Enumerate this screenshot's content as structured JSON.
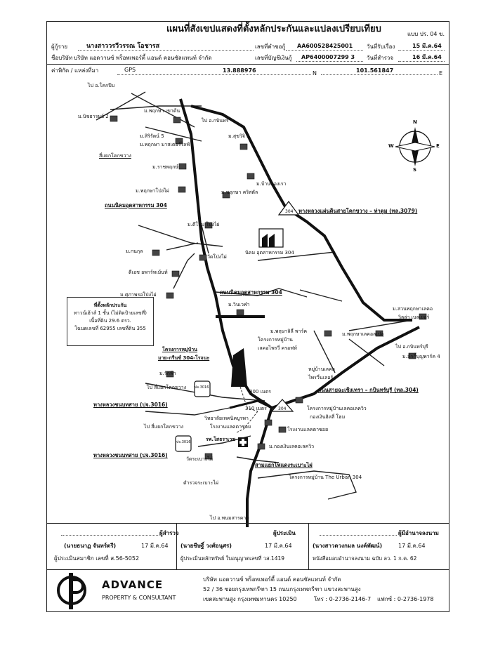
{
  "header": {
    "title": "แผนที่สังเขปแสดงที่ตั้งหลักประกันและแปลงเปรียบเทียบ",
    "form_no": "แบบ ปร. 04 ข.",
    "customer_label": "ผู้กู้ราย",
    "customer_name": "นางสาววรวีวรรณ โอชารส",
    "request_no_label": "เลขที่คำขอกู้",
    "request_no": "AA600528425001",
    "received_date_label": "วันที่รับเรื่อง",
    "received_date": "15 มี.ค.64",
    "company_label": "ชื่อบริษัท",
    "company": "บริษัท แอดวานซ์ พร็อพเพอร์ตี้ แอนด์ คอนซัลแทนท์ จำกัด",
    "account_no_label": "เลขที่บัญชีเงินกู้",
    "account_no": "AP6400007299 3",
    "survey_date_label": "วันที่สำรวจ",
    "survey_date": "16 มี.ค.64",
    "coord_label": "ค่าพิกัด / แหล่งที่มา",
    "coord_source": "GPS",
    "lat": "13.888976",
    "lat_dir": "N",
    "lon": "101.561847",
    "lon_dir": "E"
  },
  "map": {
    "labels": {
      "to_kokpip": "ไป อ.โคกปีบ",
      "nitchathorn": "ม.นิชธารมย์ 2",
      "pruksa_khaosan": "ม.พฤกษา เขาต้น",
      "to_kabin": "ไป อ.กบินทร์",
      "siriphat": "ม.สิริรัตน์ 5",
      "pruksa_master": "ม.พฤกษา มาสเตอร์ไลฟ์",
      "sukchai": "ม.สุขวิจิ 5",
      "junction_khokkwang": "สี่แยกโคกขวาง",
      "rajphruek": "ม.ราชพฤกษ์",
      "banthongrao": "ม.บ้านของเรา",
      "pruksa_khopong": "ม.พฤกษาโป่งไผ่",
      "pruksa_cristal": "ม.พฤกษา คริสตัล",
      "road_industrial_304": "ถนนนิคมอุตสาหกรรม 304",
      "hw_3079": "ทางหลวงแผ่นดินสายโคกขวาง – ท่าตูม (ทล.3079)",
      "ms_pong": "ม.ดีโฮม โป่งไผ่",
      "industrial_estate": "นิคม อุตสาหกรรม 304",
      "mkungkul": "ม.กนกุล",
      "wat_pong": "วัดโป่งไผ่",
      "lh_apartment": "ดีเอช อพาร์ทเม้นท์",
      "supapong": "ม.ศุภาพรอโป่งไผ่",
      "road_industrial_304b": "ถนนนิคมอุตสาหกรรม 304",
      "m_winwa": "ม.วินเวฬา",
      "suanphruksa": "ม.สวนพฤกษาเลคอ",
      "villa_lake": "วิลล่า เบลเยอร์",
      "m_pruksa_park": "ม.พฤษาลิลี่ พาร์ค",
      "m_pruksa_lake": "ม.พฤกษาเลคอลเปลุ",
      "to_kabinburi": "ไป อ.กบินทร์บุรี",
      "m_lucky": "ม.ลักกี้บุญพาร์ค 4",
      "proj_hmu": "โครงการหมู่บ้าน",
      "proj_lake_villa": "เลคอไพรวี่ ครอฟท์",
      "box_line1": "ที่ตั้งหลักประกัน",
      "box_line2": "ทาวน์เฮ้าส์ 1 ชั้น (ไม่ติดป้ายเลขที่)",
      "box_line3": "เนื้อที่ดิน 29.6 ตรว.",
      "box_line4": "โฉนดเลขที่ 62955 เลขที่ดิน 355",
      "proj_highlight_1": "โครงการหมู่บ้าน",
      "proj_highlight_2": "มาย-กรีนซ์ 304-โรจนะ",
      "village_lake": "หมู่บ้านเลคอ",
      "village_lake2": "ไพรวี่นเลอร์",
      "m_rakfa": "ม.รักฟ้า",
      "to_khokkwang_1": "ไป สี่แยกโคกขวาง",
      "road_chachoengsao": "ถนนสายฉะเชิงเทรา – กบินทร์บุรี (ทล.304)",
      "dist_300": "300 เมตร",
      "dist_310": "310 เมตร",
      "hw_3016": "ทางหลวงชนบทสาย (ปจ.3016)",
      "proj_lake_villa2": "โครงการหมู่บ้านเลคอเลควิว",
      "proj_green_home": "กองเงินฮิลลี่ โฮม",
      "college": "วิทยาลัยเทคนิคบูรพา",
      "factory_1": "โรงงานแลคตาซอย",
      "factory_2": "โรงงานแลคตาซอย",
      "to_khokkwang_2": "ไป สี่แยกโคกขวาง",
      "hospital": "รพ.โสธราเวช",
      "m_kongngoen": "ม.กองเงินเลคอเลควิว",
      "wat_rabaeng": "วัดระเบาะไผ่",
      "hw_3016b": "ทางหลวงชนบทสาย (ปจ.3016)",
      "junction_rabaeng": "สามแยกไฟแดงระเบาะไผ่",
      "proj_urban": "โครงการหมู่บ้าน The Urban 304",
      "police": "ตำรวจระเบาะไผ่",
      "to_banpong": "ไป อ.พนมสารคาม",
      "shield_304": "304",
      "shield_304b": "304",
      "shield_3016": "ปจ.3016",
      "shield_3016b": "ปจ.3016",
      "compass_n": "N",
      "compass_s": "S",
      "compass_e": "E",
      "compass_w": "W"
    }
  },
  "signatures": {
    "surveyor_role": "ผู้สำรวจ",
    "surveyor_name": "(นายธนาฏ จันทร์ตรี)",
    "surveyor_date": "17 มี.ค.64",
    "surveyor_assoc": "ผู้ประเมินสมาชิก เลขที่ ส.56-5052",
    "evaluator_name": "(นายชีษฐิ์ วงศ์อนุศร)",
    "evaluator_date": "17 มี.ค.64",
    "evaluator_role": "ผู้ประเมินหลักทรัพย์ ใบอนุญาตเลขที่ วส.1419",
    "evaluator_role_top": "ผู้ประเมิน",
    "authorized_role": "ผู้มีอำนาจลงนาม",
    "authorized_name": "(นางสาวดวงกมล นงค์พัฒน์)",
    "authorized_date": "17 มี.ค.64",
    "authorized_doc": "หนังสือมอบอำนาจลงนาม ฉบับ ลว. 1 ก.ค. 62"
  },
  "footer": {
    "brand": "ADVANCE",
    "brand_sub": "PROPERTY & CONSULTANT",
    "company_line": "บริษัท แอดวานซ์ พร็อพเพอร์ตี้ แอนด์ คอนซัลแทนท์ จำกัด",
    "address_1": "52 / 36 ซอยกรุงเทพกรีฑา 15 ถนนกรุงเทพกรีฑา แขวงสะพานสูง",
    "address_2": "เขตสะพานสูง กรุงเทพมหานคร 10250",
    "tel": "โทร : 0-2736-2146-7",
    "fax": "แฟกซ์ : 0-2736-1978"
  }
}
